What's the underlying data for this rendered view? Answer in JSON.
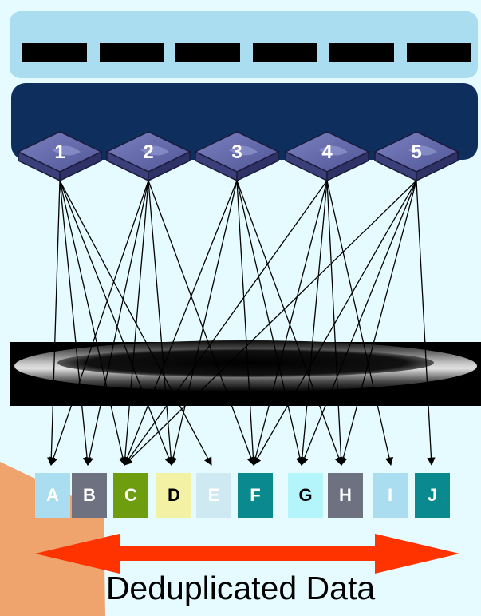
{
  "disks": [
    "1",
    "2",
    "3",
    "4",
    "5"
  ],
  "blocks": [
    {
      "label": "A",
      "bg": "#A9DDEF",
      "fg": "#FFFFFF"
    },
    {
      "label": "B",
      "bg": "#6E7280",
      "fg": "#FFFFFF"
    },
    {
      "label": "C",
      "bg": "#6E9E10",
      "fg": "#FFFFFF"
    },
    {
      "label": "D",
      "bg": "#F2F1A4",
      "fg": "#000000"
    },
    {
      "label": "E",
      "bg": "#CFE9F2",
      "fg": "#FFFFFF"
    },
    {
      "label": "F",
      "bg": "#0A8A8E",
      "fg": "#FFFFFF"
    },
    {
      "label": "G",
      "bg": "#B4F5FC",
      "fg": "#000000"
    },
    {
      "label": "H",
      "bg": "#6E7280",
      "fg": "#FFFFFF"
    },
    {
      "label": "I",
      "bg": "#A9DDEF",
      "fg": "#FFFFFF"
    },
    {
      "label": "J",
      "bg": "#0A8A8E",
      "fg": "#FFFFFF"
    }
  ],
  "caption": "Deduplicated Data",
  "colors": {
    "background": "#E6FBFF",
    "tray": "#A9DDEF",
    "server_panel": "#0E2E5E",
    "disk": "#5E64A6",
    "arrow": "#FF3300",
    "accent_triangle": "#F09A5E"
  }
}
